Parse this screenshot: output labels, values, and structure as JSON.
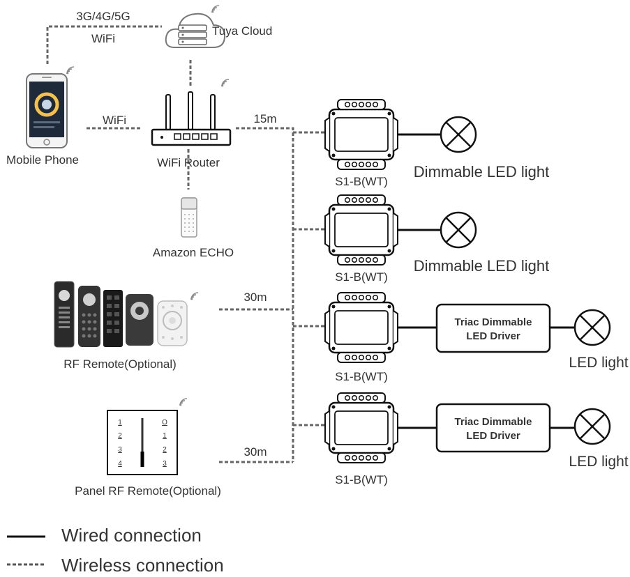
{
  "labels": {
    "cellular": "3G/4G/5G",
    "wifi_top": "WiFi",
    "cloud": "Tuya Cloud",
    "mobile": "Mobile Phone",
    "wifi_mid": "WiFi",
    "router": "WiFi Router",
    "dist_router": "15m",
    "echo": "Amazon ECHO",
    "rf_remote": "RF Remote(Optional)",
    "dist_rf": "30m",
    "panel_remote": "Panel RF Remote(Optional)",
    "dist_panel": "30m"
  },
  "panel_keys": {
    "left": [
      "1",
      "2",
      "3",
      "4"
    ],
    "right": [
      "O",
      "1",
      "2",
      "3"
    ]
  },
  "outputs": [
    {
      "device": "S1-B(WT)",
      "driver": null,
      "load": "Dimmable LED light"
    },
    {
      "device": "S1-B(WT)",
      "driver": null,
      "load": "Dimmable LED light"
    },
    {
      "device": "S1-B(WT)",
      "driver": [
        "Triac Dimmable",
        "LED Driver"
      ],
      "load": "LED light"
    },
    {
      "device": "S1-B(WT)",
      "driver": [
        "Triac Dimmable",
        "LED Driver"
      ],
      "load": "LED light"
    }
  ],
  "legend": {
    "wired": "Wired connection",
    "wireless": "Wireless connection"
  }
}
